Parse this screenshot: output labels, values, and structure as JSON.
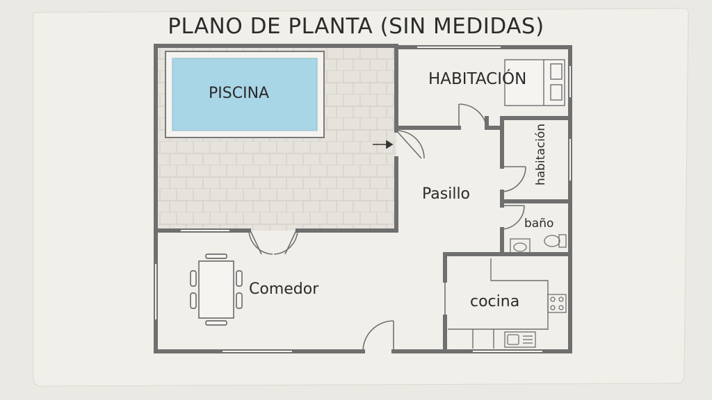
{
  "title": "PLANO DE PLANTA (SIN MEDIDAS)",
  "rooms": {
    "piscina": "PISCINA",
    "habitacion_principal": "HABITACIÓN",
    "habitacion": "habitación",
    "pasillo": "Pasillo",
    "bano": "baño",
    "comedor": "Comedor",
    "cocina": "cocina"
  },
  "colors": {
    "paper": "#f1efea",
    "wall": "#6f6f6f",
    "pool_water": "#a9d6e6",
    "patio": "#e6e2dc",
    "text": "#2a2a2a"
  }
}
